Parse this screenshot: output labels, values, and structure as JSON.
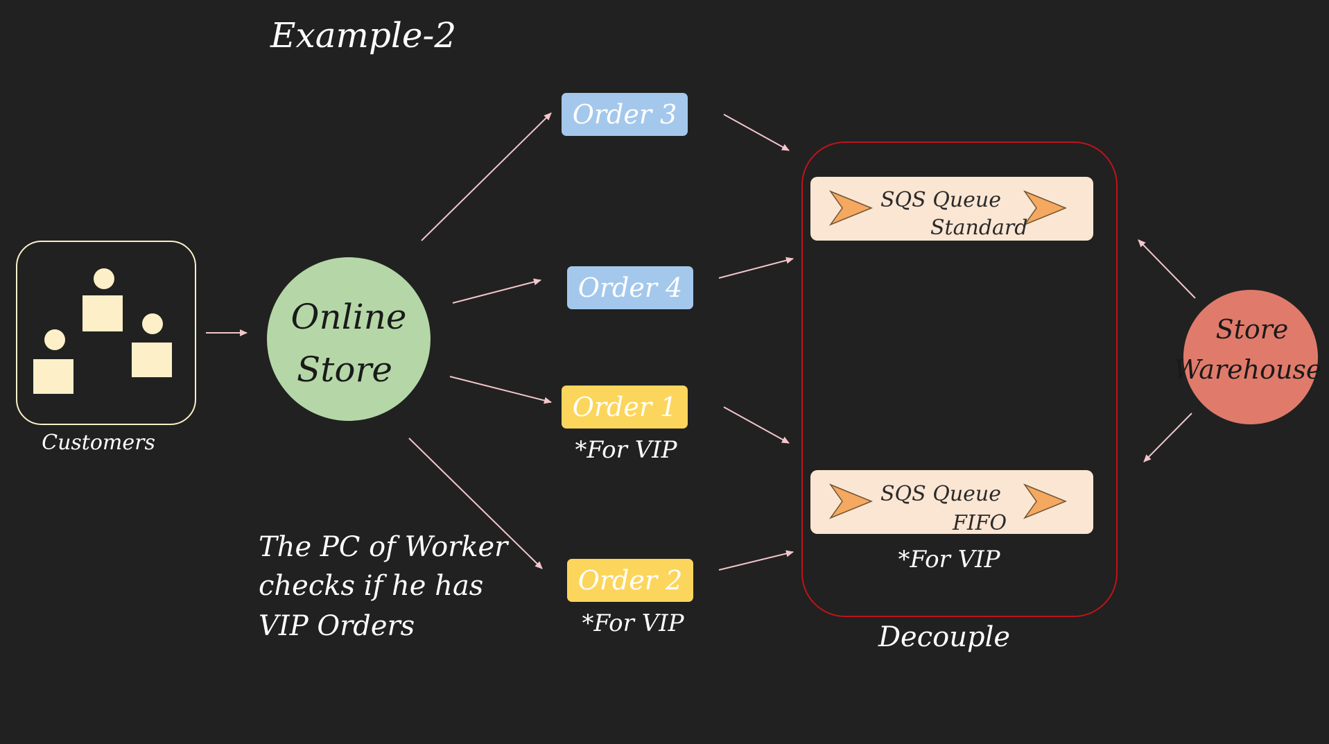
{
  "title": "Example-2",
  "customers": {
    "label": "Customers"
  },
  "online_store": {
    "line1": "Online",
    "line2": "Store"
  },
  "orders": [
    {
      "id": "order-3",
      "label": "Order 3",
      "note": "",
      "color": "#a4c8ec"
    },
    {
      "id": "order-4",
      "label": "Order 4",
      "note": "",
      "color": "#a4c8ec"
    },
    {
      "id": "order-1",
      "label": "Order 1",
      "note": "*For VIP",
      "color": "#fcd65c"
    },
    {
      "id": "order-2",
      "label": "Order 2",
      "note": "*For VIP",
      "color": "#fcd65c"
    }
  ],
  "decouple": {
    "label": "Decouple",
    "border_color": "#c0131a",
    "queues": [
      {
        "id": "standard",
        "line1": "SQS Queue",
        "line2": "Standard",
        "note": ""
      },
      {
        "id": "fifo",
        "line1": "SQS Queue",
        "line2": "FIFO",
        "note": "*For VIP"
      }
    ]
  },
  "store_warehouse": {
    "line1": "Store",
    "line2": "Warehouse",
    "color": "#e07b6b"
  },
  "annotation": {
    "lines": [
      "The PC of Worker",
      "checks if he has",
      "VIP Orders"
    ]
  },
  "colors": {
    "background": "#212121",
    "text": "#ffffff",
    "arrow": "#f4c6cc",
    "person": "#fdf0c8",
    "online_store": "#b5d7a7",
    "queue_bg": "#fbe6d3",
    "queue_icon": "#f5a85f"
  },
  "icons": {
    "customers": "people-group-icon",
    "queue": "queue-chevron-icon"
  }
}
